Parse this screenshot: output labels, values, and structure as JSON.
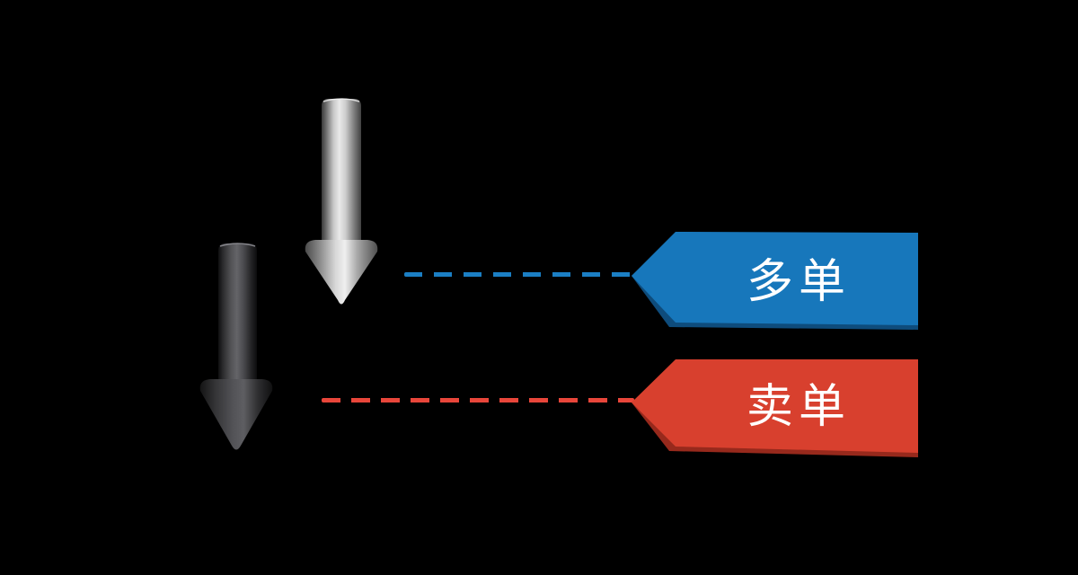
{
  "background_color": "#000000",
  "items": [
    {
      "id": "long-order",
      "label": "多单",
      "banner_color": "#1777BB",
      "banner_shadow_color": "#0E4C7C",
      "dash_color": "#1B7FC4",
      "text_color": "#FFFFFF",
      "arrow_style": "silver-metal-down-arrow"
    },
    {
      "id": "sell-order",
      "label": "卖单",
      "banner_color": "#D8402E",
      "banner_shadow_color": "#97291C",
      "dash_color": "#E8463A",
      "text_color": "#FFFFFF",
      "arrow_style": "dark-metal-down-arrow"
    }
  ]
}
